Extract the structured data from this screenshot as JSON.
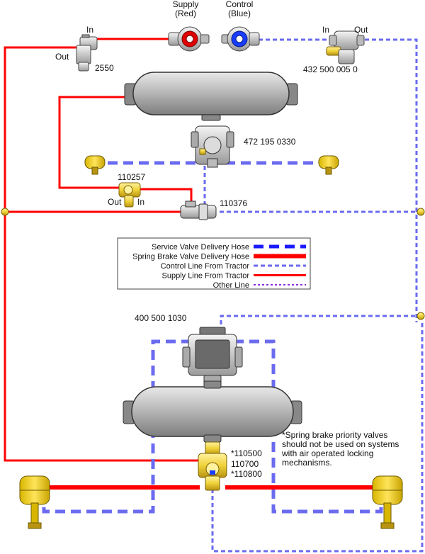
{
  "colors": {
    "supply_red": "#ff0000",
    "control_blue": "#6b6bf0",
    "service_blue": "#1a1aff",
    "other_purple": "#8a2be2",
    "brass": "#f0d23a",
    "tank_gray": "#b8b8b8"
  },
  "labels": {
    "supply_coupler": "Supply\n(Red)",
    "control_coupler": "Control\n(Blue)",
    "valve_2550_in": "In",
    "valve_2550_out": "Out",
    "valve_2550_part": "2550",
    "valve_432_in": "In",
    "valve_432_out": "Out",
    "valve_432_part": "432 500 005 0",
    "relay_valve_part": "472 195 0330",
    "valve_110257_part": "110257",
    "valve_110257_out": "Out",
    "valve_110257_in": "In",
    "valve_110376_part": "110376",
    "abs_module_part": "400 500 1030",
    "spring_valve_part1": "*110500",
    "spring_valve_part2": "110700",
    "spring_valve_part3": "*110800",
    "note": "*Spring brake priority valves\nshould not be used on systems\nwith air operated locking\nmechanisms."
  },
  "legend": {
    "items": [
      {
        "label": "Service Valve Delivery Hose",
        "style": "service"
      },
      {
        "label": "Spring Brake Valve Delivery Hose",
        "style": "spring"
      },
      {
        "label": "Control Line From Tractor",
        "style": "control"
      },
      {
        "label": "Supply Line From Tractor",
        "style": "supply"
      },
      {
        "label": "Other Line",
        "style": "other"
      }
    ]
  }
}
